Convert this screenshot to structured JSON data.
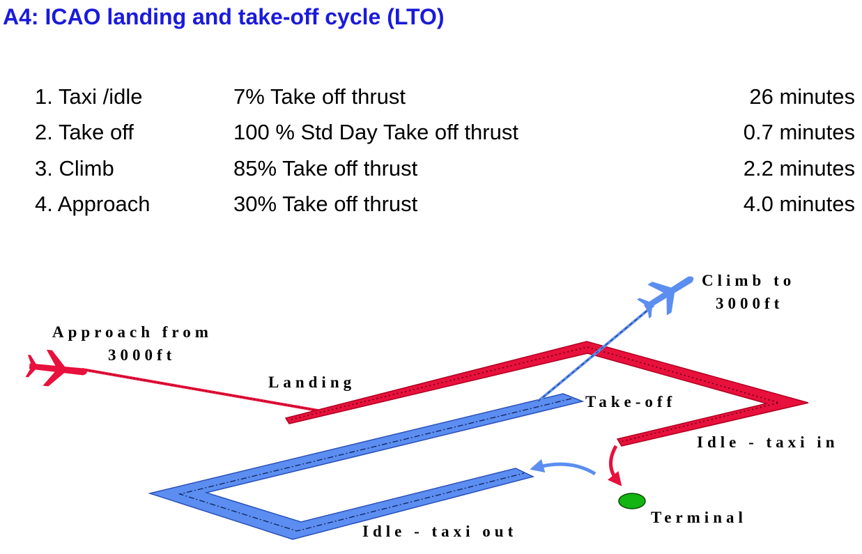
{
  "title": "A4:  ICAO landing and take-off cycle (LTO)",
  "modes": [
    {
      "phase": "1. Taxi /idle",
      "thrust": "7% Take off thrust",
      "time": "26 minutes"
    },
    {
      "phase": "2. Take off",
      "thrust": "100 % Std Day Take off thrust",
      "time": "0.7 minutes"
    },
    {
      "phase": "3. Climb",
      "thrust": "85% Take off thrust",
      "time": "2.2 minutes"
    },
    {
      "phase": "4. Approach",
      "thrust": "30% Take off thrust",
      "time": "4.0 minutes"
    }
  ],
  "diagram": {
    "approach_line1": "Approach from",
    "approach_line2": "3000ft",
    "landing": "Landing",
    "climb_line1": "Climb to",
    "climb_line2": "3000ft",
    "takeoff": "Take-off",
    "idle_taxi_in": "Idle - taxi in",
    "terminal": "Terminal",
    "idle_taxi_out": "Idle - taxi out"
  },
  "colors": {
    "title": "#1a1adc",
    "inbound_red": "#e8103c",
    "outbound_blue": "#5b8ef0",
    "terminal_green": "#12b512"
  }
}
